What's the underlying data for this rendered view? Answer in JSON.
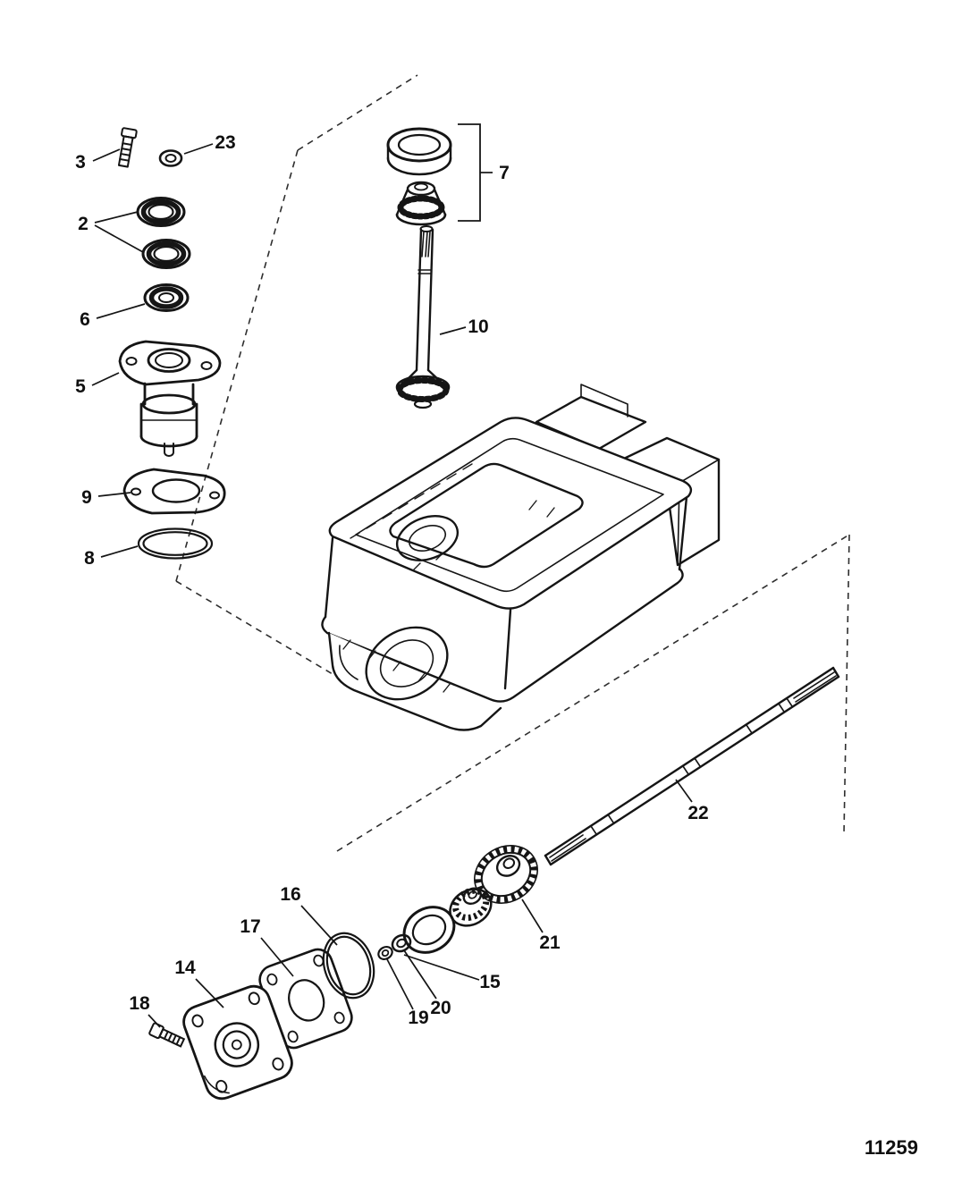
{
  "diagram": {
    "code": "11259",
    "callouts": [
      {
        "label": "3"
      },
      {
        "label": "23"
      },
      {
        "label": "2"
      },
      {
        "label": "6"
      },
      {
        "label": "5"
      },
      {
        "label": "9"
      },
      {
        "label": "8"
      },
      {
        "label": "7"
      },
      {
        "label": "10"
      },
      {
        "label": "22"
      },
      {
        "label": "21"
      },
      {
        "label": "15"
      },
      {
        "label": "20"
      },
      {
        "label": "19"
      },
      {
        "label": "16"
      },
      {
        "label": "17"
      },
      {
        "label": "14"
      },
      {
        "label": "18"
      }
    ]
  }
}
